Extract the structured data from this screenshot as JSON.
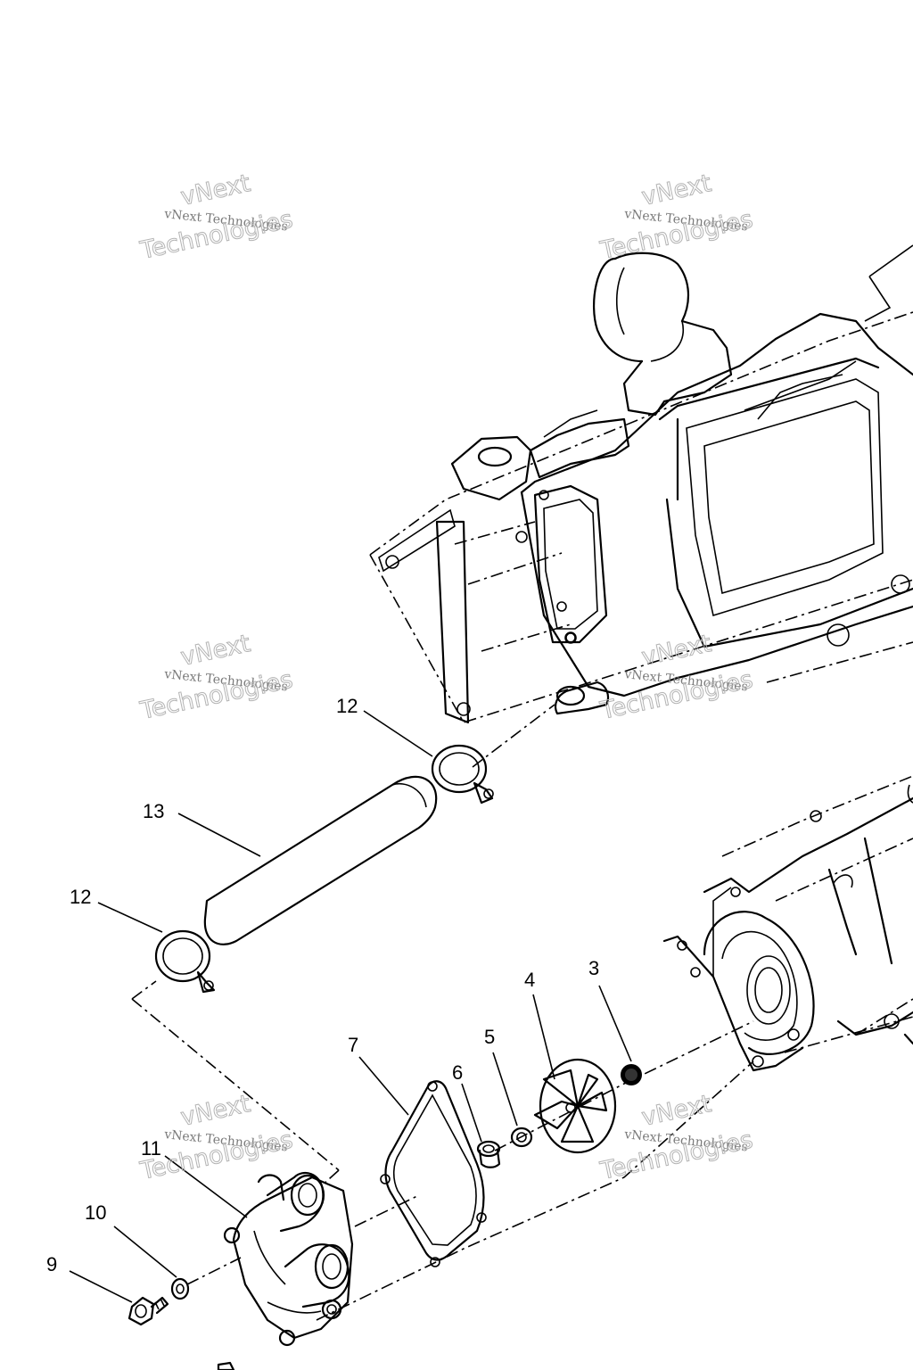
{
  "watermark": {
    "brand_small": "vNext Technologies",
    "brand_large_top": "vNext",
    "brand_large_bottom": "Technologies"
  },
  "callouts": [
    {
      "id": "c12a",
      "label": "12"
    },
    {
      "id": "c13",
      "label": "13"
    },
    {
      "id": "c12b",
      "label": "12"
    },
    {
      "id": "c3",
      "label": "3"
    },
    {
      "id": "c4",
      "label": "4"
    },
    {
      "id": "c5",
      "label": "5"
    },
    {
      "id": "c6",
      "label": "6"
    },
    {
      "id": "c7",
      "label": "7"
    },
    {
      "id": "c11",
      "label": "11"
    },
    {
      "id": "c10",
      "label": "10"
    },
    {
      "id": "c9",
      "label": "9"
    }
  ]
}
